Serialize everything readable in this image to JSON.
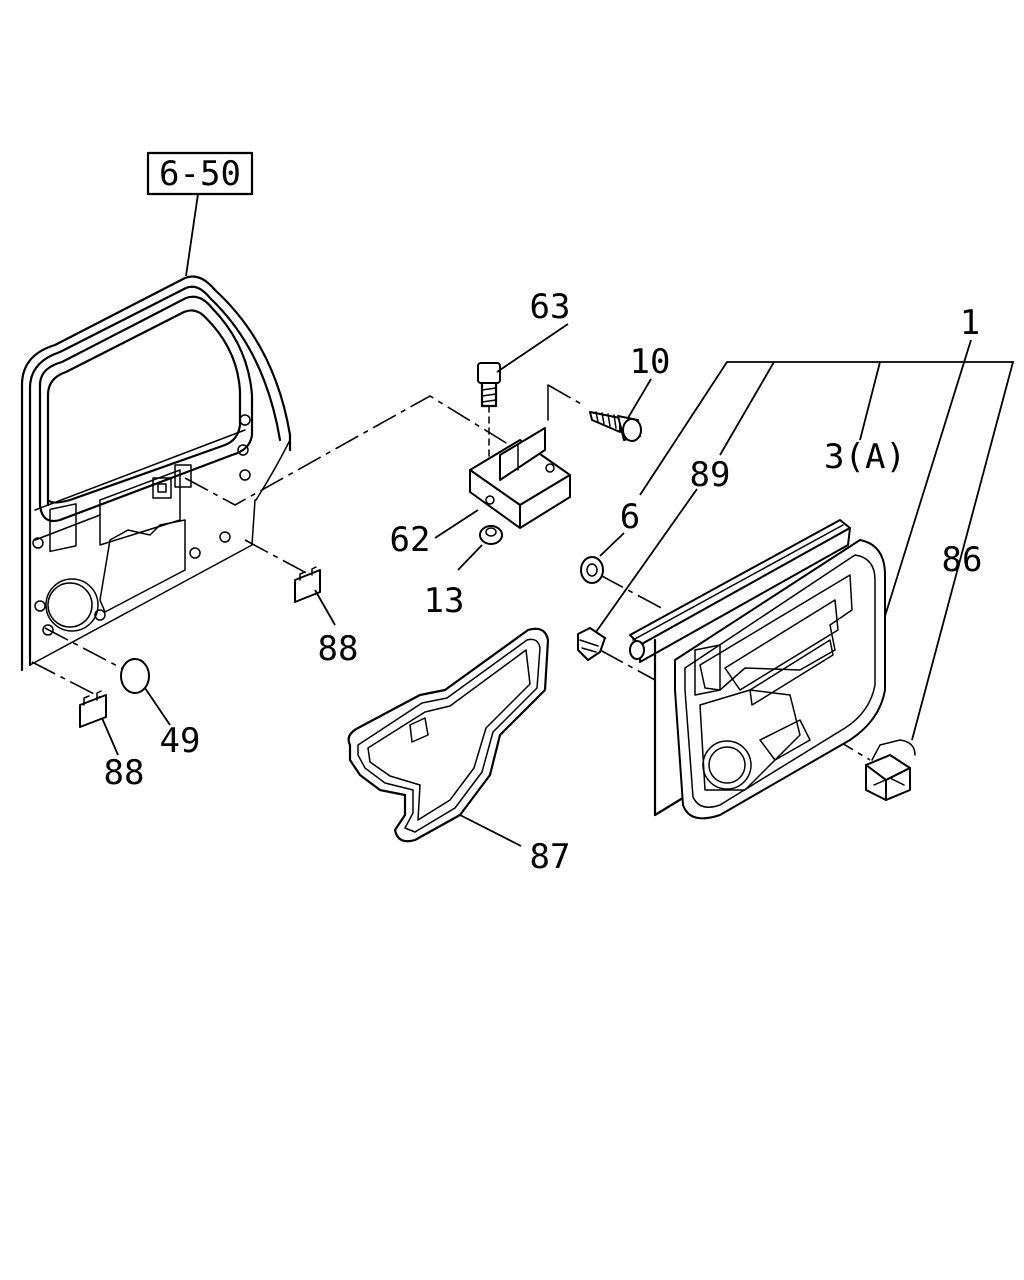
{
  "diagram": {
    "reference_box": "6-50",
    "callouts": {
      "c1": "1",
      "c3a": "3(A)",
      "c6": "6",
      "c10": "10",
      "c13": "13",
      "c49": "49",
      "c62": "62",
      "c63": "63",
      "c86": "86",
      "c87": "87",
      "c88a": "88",
      "c88b": "88",
      "c89": "89"
    }
  }
}
